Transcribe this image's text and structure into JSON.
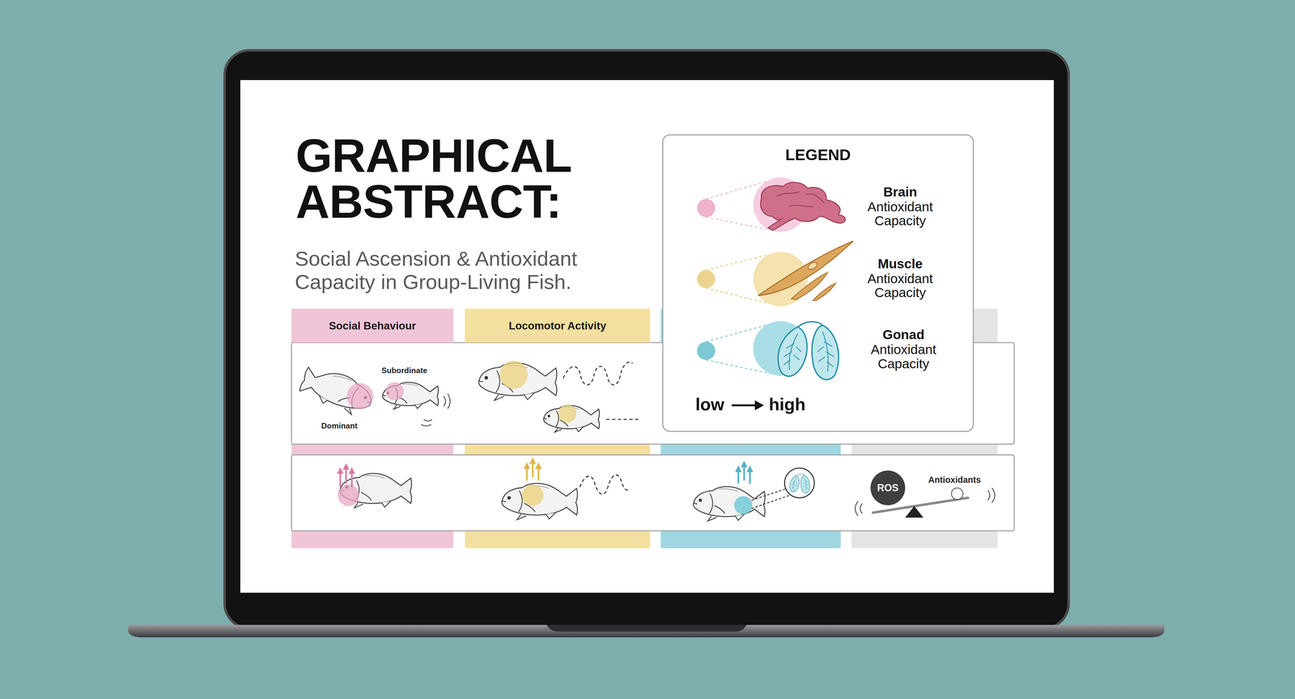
{
  "diagram": {
    "title": "GRAPHICAL ABSTRACT:",
    "nodes": [
      {
        "text": [
          "Social Behaviour"
        ]
      },
      {
        "text": [
          "Locomotor Activity"
        ]
      },
      {
        "text": [
          "LEGEND"
        ]
      },
      {
        "text": [
          "ROS"
        ]
      }
    ],
    "labels": [
      "Social Ascension & Antioxidant Capacity in Group-Living Fish.",
      "Subordinate",
      "Dominant",
      "low",
      "high",
      "Antioxidants"
    ],
    "legend": [
      {
        "text": "Brain Antioxidant Capacity"
      },
      {
        "text": "Muscle Antioxidant Capacity"
      },
      {
        "text": "Gonad Antioxidant Capacity"
      }
    ]
  }
}
